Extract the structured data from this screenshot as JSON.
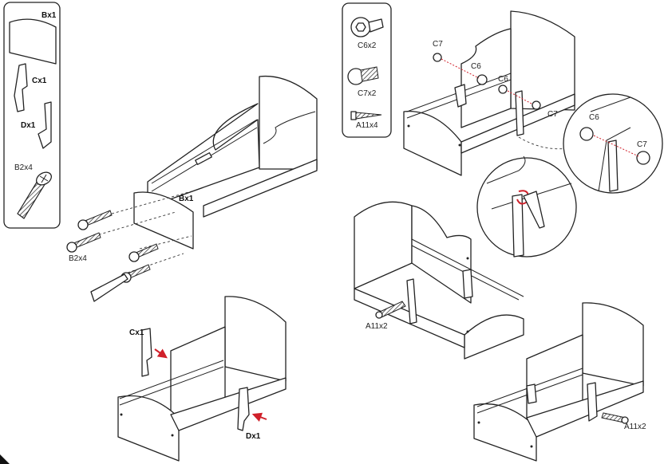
{
  "parts_panel": {
    "items": [
      {
        "code": "Bx1",
        "name": "headboard-panel"
      },
      {
        "code": "Cx1",
        "name": "left-leg-bracket"
      },
      {
        "code": "Dx1",
        "name": "right-leg-bracket"
      },
      {
        "code": "B2x4",
        "name": "long-screw"
      }
    ]
  },
  "hardware_panel": {
    "items": [
      {
        "code": "C6x2",
        "name": "barrel-nut"
      },
      {
        "code": "C7x2",
        "name": "bolt"
      },
      {
        "code": "A11x4",
        "name": "wood-screw"
      }
    ]
  },
  "step1": {
    "panel_label": "Bx1",
    "screw_label": "B2x4"
  },
  "step2": {
    "left_label": "Cx1",
    "right_label": "Dx1"
  },
  "step3": {
    "c7_left": "C7",
    "c6_left": "C6",
    "c6_right": "C6",
    "c7_right": "C7",
    "zoom_c6": "C6",
    "zoom_c7": "C7"
  },
  "step4": {
    "screw_label": "A11x2"
  },
  "step5": {
    "screw_label": "A11x2"
  },
  "colors": {
    "accent": "#d0202a",
    "line": "#222222",
    "panel_bg": "#ffffff"
  }
}
